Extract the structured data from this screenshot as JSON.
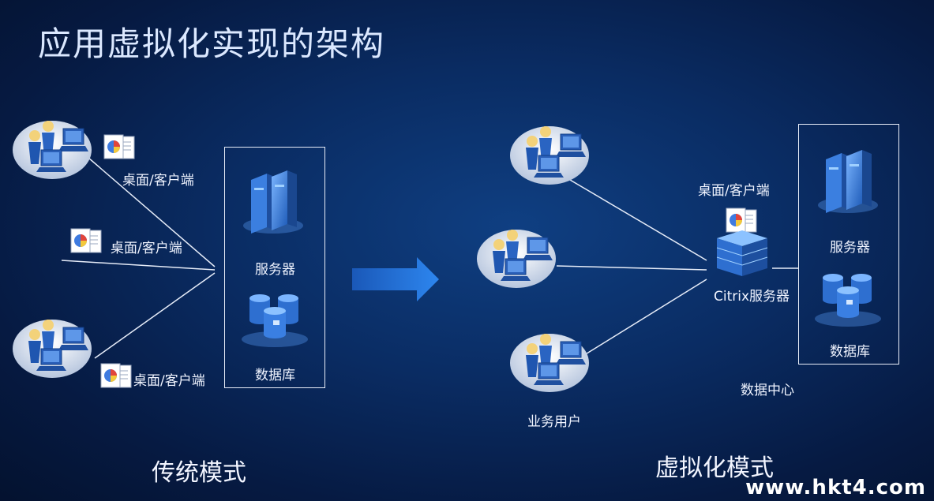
{
  "title": "应用虚拟化实现的架构",
  "traditional": {
    "label": "传统模式",
    "client_labels": [
      "桌面/客户端",
      "桌面/客户端",
      "桌面/客户端"
    ],
    "server_label": "服务器",
    "database_label": "数据库"
  },
  "virtual": {
    "label": "虚拟化模式",
    "client_label": "桌面/客户端",
    "citrix_label": "Citrix服务器",
    "users_label": "业务用户",
    "server_label": "服务器",
    "database_label": "数据库",
    "datacenter_label": "数据中心"
  },
  "watermark": "www.hkt4.com",
  "colors": {
    "accent": "#1f6fd6",
    "line": "#e6ecf8"
  }
}
